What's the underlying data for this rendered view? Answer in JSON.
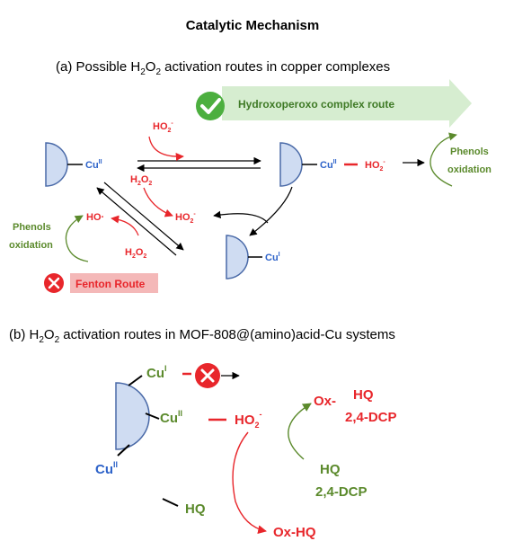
{
  "title": "Catalytic Mechanism",
  "panel_a": {
    "label_prefix": "(a) Possible H",
    "label_suffix": " activation routes in copper complexes",
    "banner": "Hydroxoperoxo complex route",
    "fenton": "Fenton Route",
    "cu2": "Cu",
    "cu2_sup": "II",
    "cu1": "Cu",
    "cu1_sup": "I",
    "ho2_minus": "HO",
    "h2o2": "H",
    "ho_radical": "HO·",
    "phenols": "Phenols",
    "oxidation": "oxidation",
    "check_mark": "✓",
    "cross_mark": "✕"
  },
  "panel_b": {
    "label_prefix": "(b) H",
    "label_suffix": " activation routes in MOF-808@(amino)acid-Cu systems",
    "cu1": "Cu",
    "cu1_sup": "I",
    "cu2": "Cu",
    "cu2_sup": "II",
    "ho2": "HO",
    "hq": "HQ",
    "ox_prefix": "Ox-",
    "hq_red": "HQ",
    "dcp_red": "2,4-DCP",
    "hq_green": "HQ",
    "dcp_green": "2,4-DCP",
    "ox_hq": "Ox-HQ"
  },
  "colors": {
    "red": "#e8262b",
    "green": "#5b8a2c",
    "blue": "#2e63c9",
    "ligand_fill": "#cfdcf2",
    "ligand_stroke": "#4a6aa8",
    "banner": "#d6edd0",
    "fenton_bg": "#f4b8b8"
  }
}
